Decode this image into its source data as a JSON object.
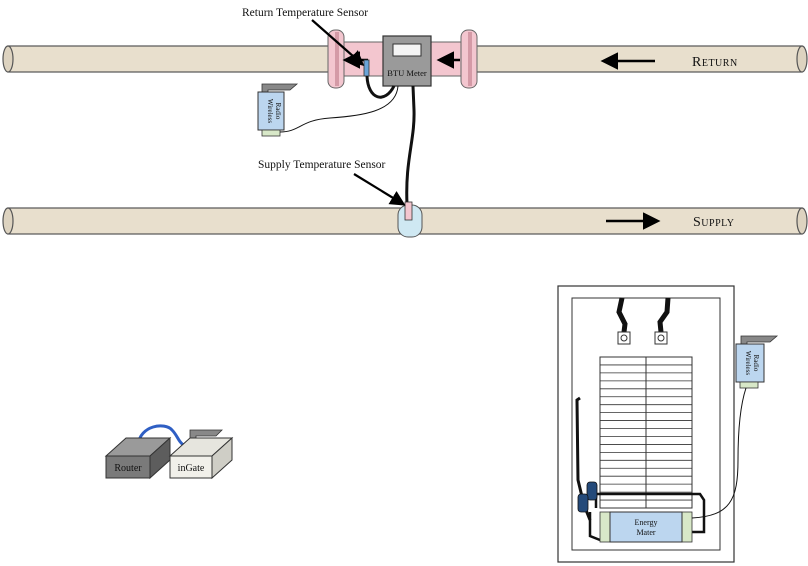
{
  "labels": {
    "return_sensor": "Return Temperature Sensor",
    "supply_sensor": "Supply Temperature Sensor",
    "btu_meter": "BTU Meter",
    "return_pipe": "Return",
    "supply_pipe": "Supply",
    "wireless_radio_line1": "Wireless",
    "wireless_radio_line2": "Radio",
    "router": "Router",
    "ingate": "inGate",
    "energy_meter_line1": "Energy",
    "energy_meter_line2": "Mater"
  },
  "colors": {
    "pipe": "#e8dfcd",
    "flange": "#f3c6cf",
    "meter_body": "#9a9a9a",
    "radio": "#bcd6ef",
    "supply_sensor": "#cfe8f2",
    "cable": "#2f5fc4",
    "router": "#7a7a7a",
    "ingate": "#f1f0ea",
    "energy_meter": "#bcd6ef",
    "energy_meter_terminal": "#d8e8c8",
    "ct_clamp": "#244a7a"
  },
  "icons": {
    "flow_arrow_return": "arrow-left-icon",
    "flow_arrow_supply": "arrow-right-icon",
    "antenna": "antenna-icon"
  }
}
